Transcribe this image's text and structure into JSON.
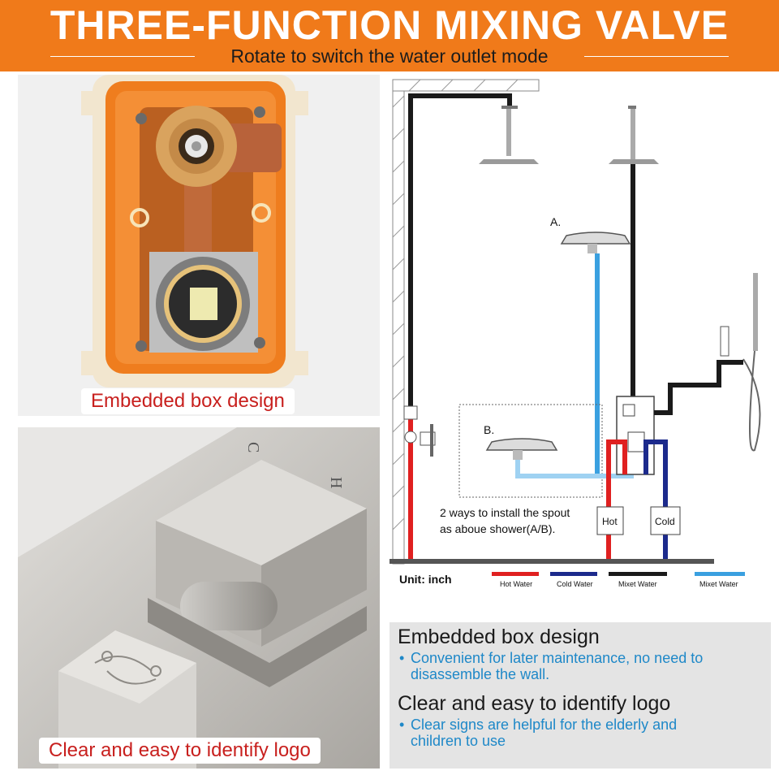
{
  "header": {
    "title": "THREE-FUNCTION MIXING VALVE",
    "subtitle": "Rotate to switch the water outlet mode"
  },
  "photos": {
    "box_caption": "Embedded box design",
    "logo_caption": "Clear and easy to identify logo",
    "handle_letters": [
      "C",
      "H"
    ]
  },
  "diagram": {
    "label_a": "A.",
    "label_b": "B.",
    "install_note_line1": "2 ways to install the spout",
    "install_note_line2": "as aboue shower(A/B).",
    "hot_tag": "Hot",
    "cold_tag": "Cold",
    "unit": "Unit: inch",
    "legend": [
      {
        "label": "Hot  Water",
        "color": "#e02020"
      },
      {
        "label": "Cold  Water",
        "color": "#1c2a8c"
      },
      {
        "label": "Mixet  Water",
        "color": "#1a1a1a"
      },
      {
        "label": "Mixet  Water",
        "color": "#3aa0e0"
      }
    ]
  },
  "info": {
    "heading1": "Embedded box design",
    "bullet1_line1": "Convenient for later maintenance, no need to",
    "bullet1_line2": "disassemble the wall.",
    "heading2": "Clear and easy to identify logo",
    "bullet2_line1": "Clear signs are helpful for the elderly and",
    "bullet2_line2": "children to use",
    "bullet_symbol": "•"
  }
}
